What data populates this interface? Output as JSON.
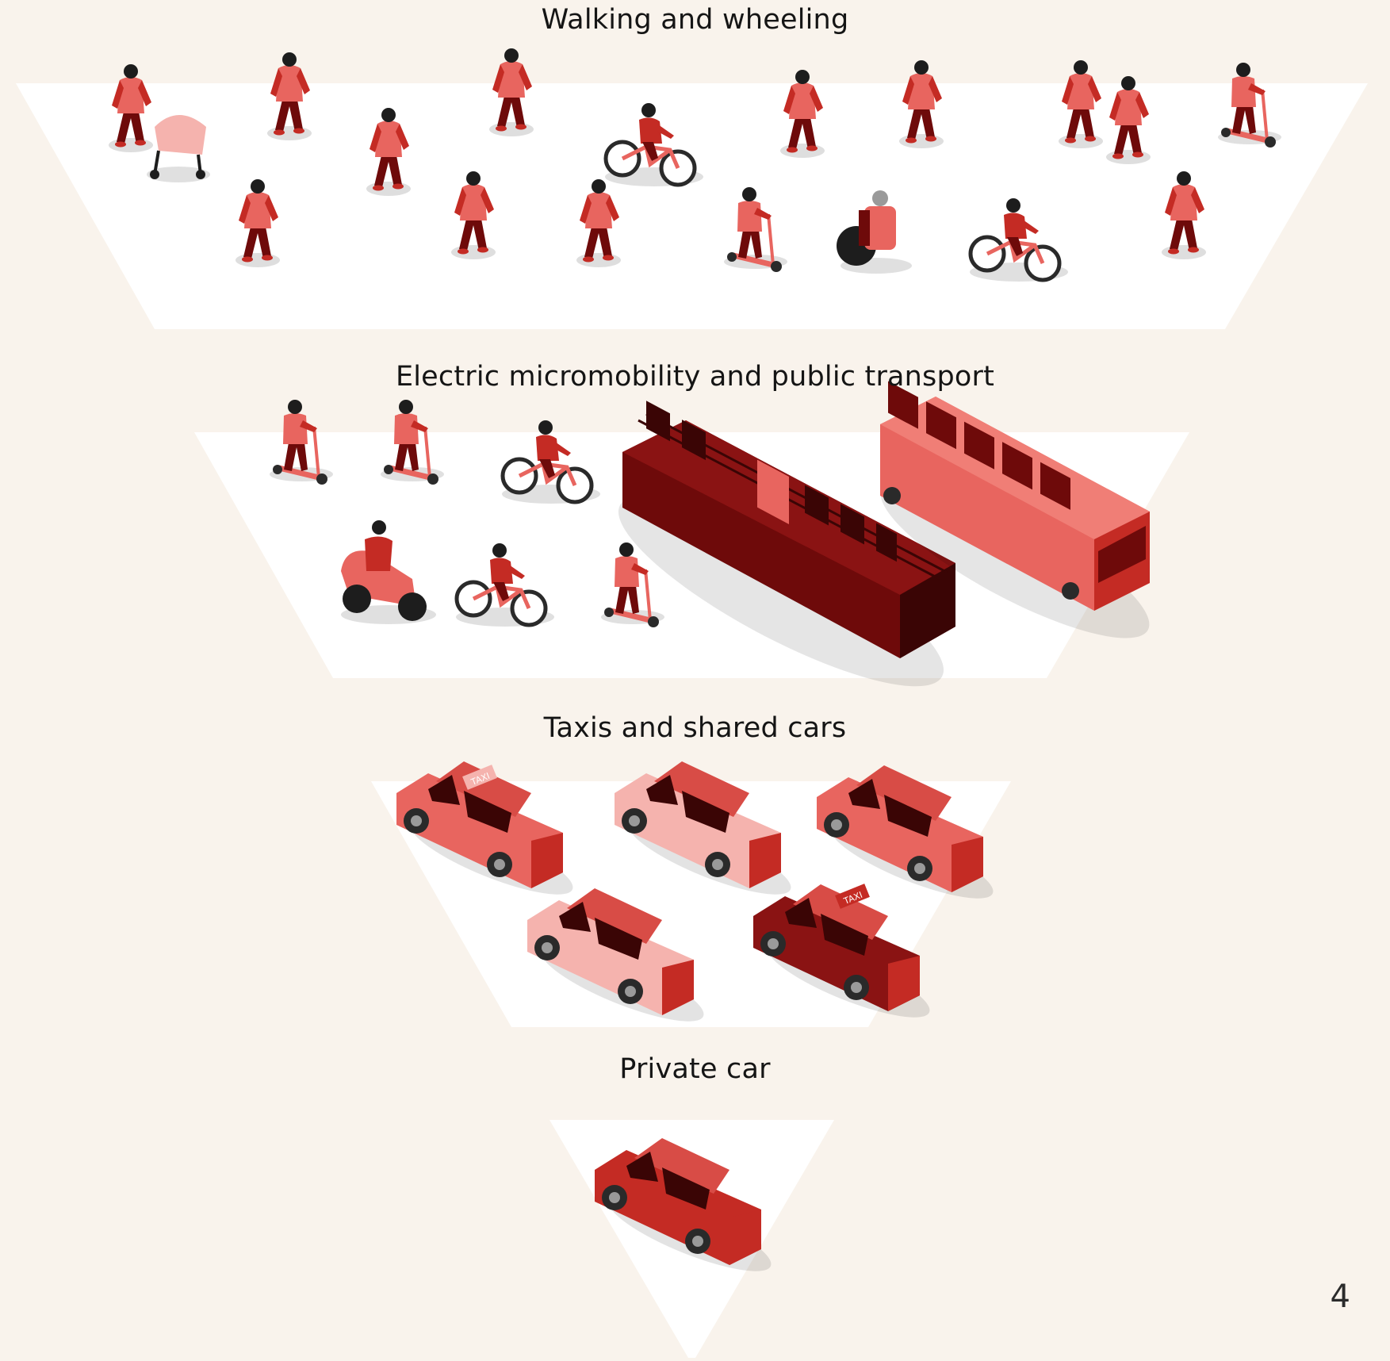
{
  "colors": {
    "background": "#f9f3ec",
    "band": "#ffffff",
    "light_pink": "#f5b3ae",
    "coral": "#e8655f",
    "red": "#c42b24",
    "maroon": "#6e0a0a",
    "dark": "#3a0505",
    "text": "#151515"
  },
  "tiers": [
    {
      "title": "Walking and wheeling",
      "icons": [
        "pedestrian-icon",
        "stroller-icon",
        "wheelchair-icon",
        "skateboard-icon",
        "kick-scooter-icon",
        "bicycle-icon"
      ]
    },
    {
      "title": "Electric micromobility and public transport",
      "icons": [
        "e-scooter-icon",
        "bicycle-icon",
        "moped-icon",
        "tram-icon",
        "bus-icon"
      ]
    },
    {
      "title": "Taxis and shared cars",
      "icons": [
        "taxi-icon",
        "shared-car-icon"
      ],
      "taxi_sign": "TAXI"
    },
    {
      "title": "Private car",
      "icons": [
        "private-car-icon"
      ]
    }
  ],
  "page_number": "4"
}
